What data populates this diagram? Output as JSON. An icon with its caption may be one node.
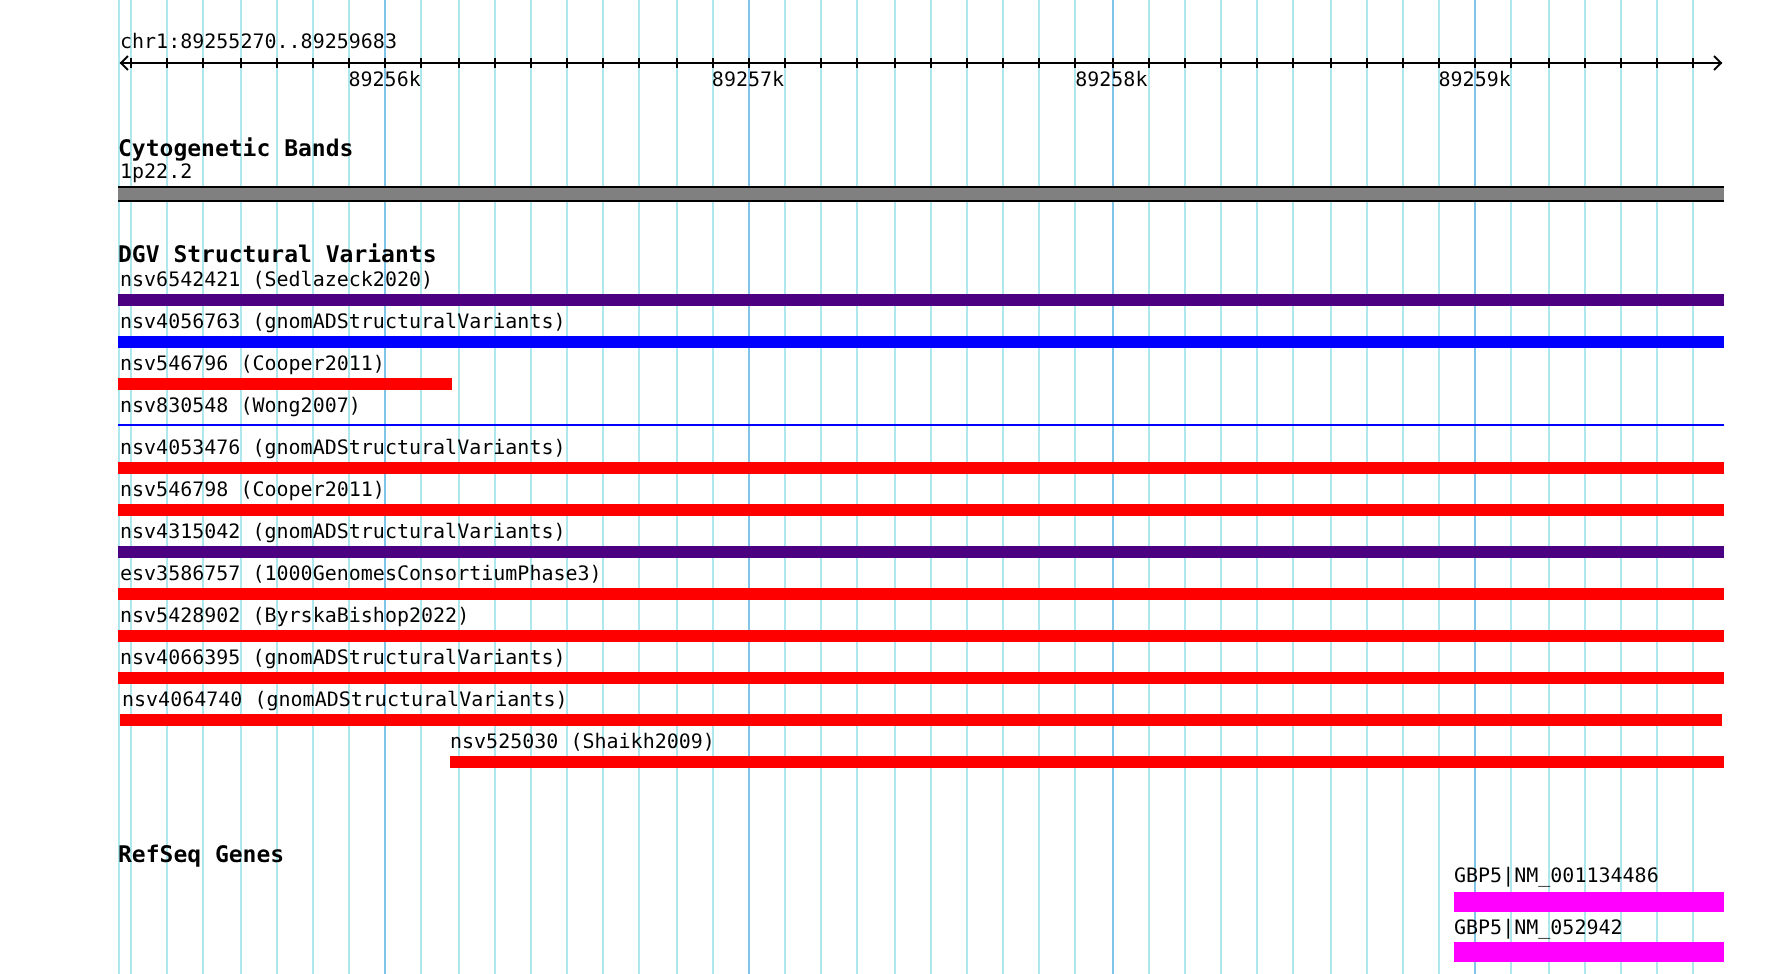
{
  "diagram": {
    "nodes": [
      {
        "text": [
          "1p22.2"
        ]
      },
      {
        "text": [
          "nsv6542421 (Sedlazeck2020)"
        ]
      },
      {
        "text": [
          "nsv4056763 (gnomADStructuralVariants)"
        ]
      },
      {
        "text": [
          "nsv546796 (Cooper2011)"
        ]
      },
      {
        "text": [
          "nsv830548 (Wong2007)"
        ]
      },
      {
        "text": [
          "nsv4053476 (gnomADStructuralVariants)"
        ]
      },
      {
        "text": [
          "nsv546798 (Cooper2011)"
        ]
      },
      {
        "text": [
          "nsv4315042 (gnomADStructuralVariants)"
        ]
      },
      {
        "text": [
          "esv3586757 (1000GenomesConsortiumPhase3)"
        ]
      },
      {
        "text": [
          "nsv5428902 (ByrskaBishop2022)"
        ]
      },
      {
        "text": [
          "nsv4066395 (gnomADStructuralVariants)"
        ]
      },
      {
        "text": [
          "nsv4064740 (gnomADStructuralVariants)"
        ]
      },
      {
        "text": [
          "nsv525030 (Shaikh2009)"
        ]
      },
      {
        "text": [
          "GBP5|NM_001134486"
        ]
      },
      {
        "text": [
          "GBP5|NM_052942"
        ]
      }
    ],
    "labels": [
      "chr1:89255270..89259683",
      "89256k",
      "89257k",
      "89258k",
      "89259k",
      "Cytogenetic Bands",
      "DGV Structural Variants",
      "RefSeq Genes"
    ]
  }
}
